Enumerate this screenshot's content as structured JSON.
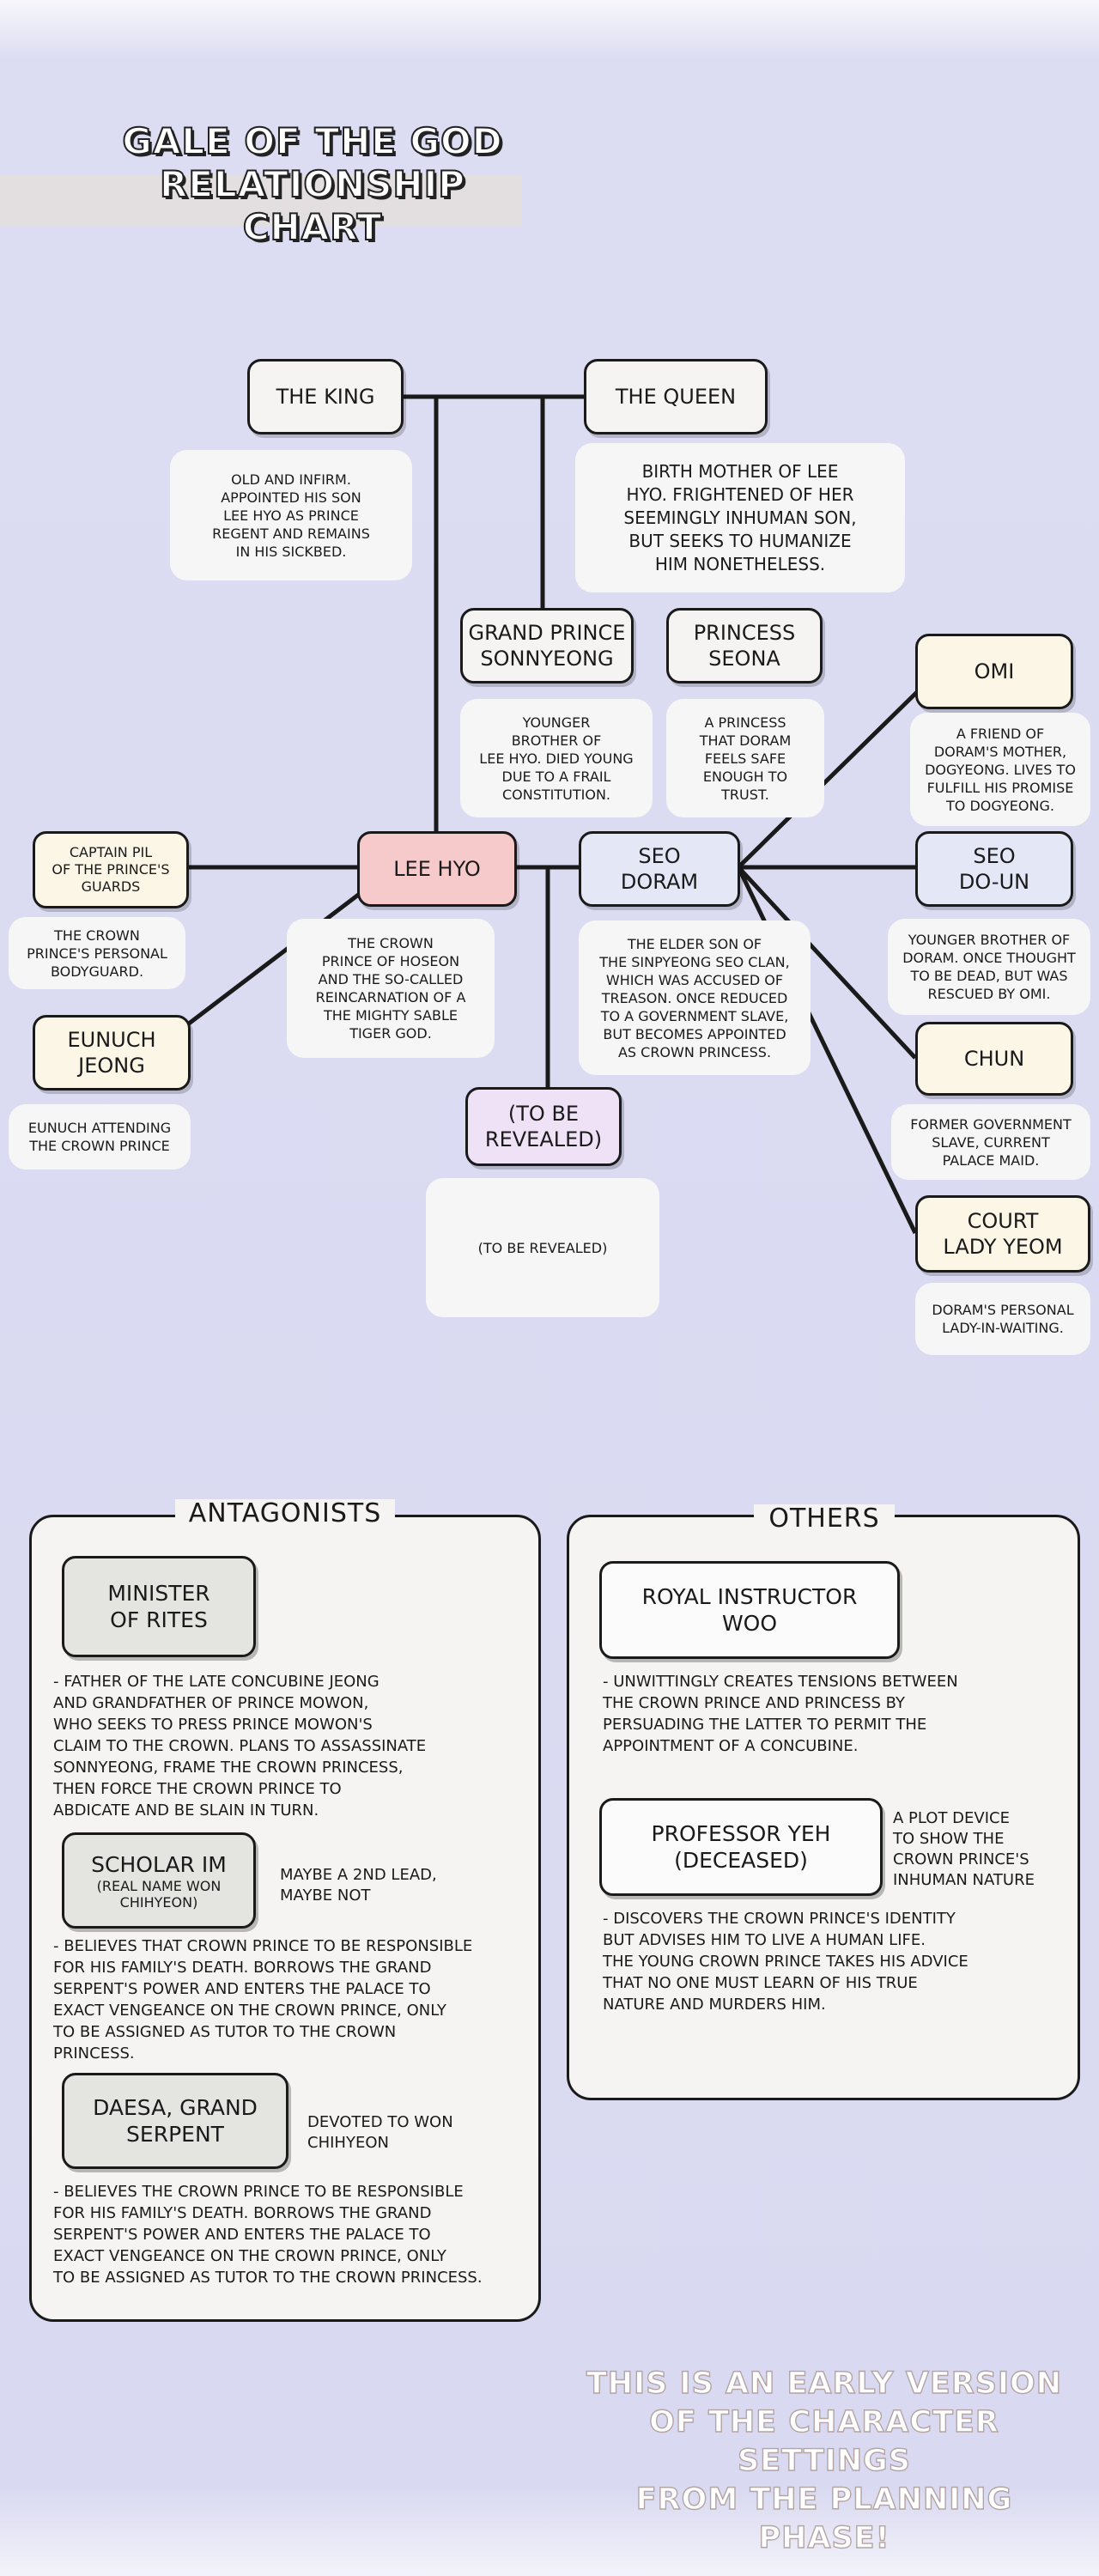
{
  "title": {
    "line1": "GALE OF THE GOD",
    "line2": "RELATIONSHIP CHART"
  },
  "nodes": {
    "king": "THE KING",
    "queen": "THE QUEEN",
    "sonnyeong": [
      "GRAND PRINCE",
      "SONNYEONG"
    ],
    "seona": [
      "PRINCESS",
      "SEONA"
    ],
    "omi": "OMI",
    "captain_pil": [
      "CAPTAIN PIL",
      "OF THE PRINCE'S",
      "GUARDS"
    ],
    "lee_hyo": "LEE HYO",
    "seo_doram": [
      "SEO",
      "DORAM"
    ],
    "seo_doun": [
      "SEO",
      "DO-UN"
    ],
    "eunuch_jeong": [
      "EUNUCH",
      "JEONG"
    ],
    "chun": "CHUN",
    "to_be_revealed": [
      "(TO BE",
      "REVEALED)"
    ],
    "court_lady_yeom": [
      "COURT",
      "LADY YEOM"
    ]
  },
  "notes": {
    "king": [
      "OLD AND INFIRM.",
      "APPOINTED HIS SON",
      "LEE HYO AS PRINCE",
      "REGENT AND REMAINS",
      "IN HIS SICKBED."
    ],
    "queen": [
      "BIRTH MOTHER OF LEE",
      "HYO. FRIGHTENED OF HER",
      "SEEMINGLY INHUMAN SON,",
      "BUT SEEKS TO HUMANIZE",
      "HIM NONETHELESS."
    ],
    "sonnyeong": [
      "YOUNGER",
      "BROTHER OF",
      "LEE HYO. DIED YOUNG",
      "DUE TO A FRAIL",
      "CONSTITUTION."
    ],
    "seona": [
      "A PRINCESS",
      "THAT DORAM",
      "FEELS SAFE",
      "ENOUGH TO",
      "TRUST."
    ],
    "omi": [
      "A FRIEND OF",
      "DORAM'S MOTHER,",
      "DOGYEONG. LIVES TO",
      "FULFILL HIS PROMISE",
      "TO DOGYEONG."
    ],
    "captain_pil": [
      "THE CROWN",
      "PRINCE'S PERSONAL",
      "BODYGUARD."
    ],
    "lee_hyo": [
      "THE CROWN",
      "PRINCE OF HOSEON",
      "AND THE SO-CALLED",
      "REINCARNATION OF A",
      "THE MIGHTY SABLE",
      "TIGER GOD."
    ],
    "seo_doram": [
      "THE ELDER SON OF",
      "THE SINPYEONG SEO CLAN,",
      "WHICH WAS ACCUSED OF",
      "TREASON. ONCE REDUCED",
      "TO A GOVERNMENT SLAVE,",
      "BUT BECOMES APPOINTED",
      "AS CROWN PRINCESS."
    ],
    "seo_doun": [
      "YOUNGER BROTHER OF",
      "DORAM. ONCE THOUGHT",
      "TO BE DEAD, BUT WAS",
      "RESCUED BY OMI."
    ],
    "eunuch_jeong": [
      "EUNUCH ATTENDING",
      "THE CROWN PRINCE"
    ],
    "chun": [
      "FORMER GOVERNMENT",
      "SLAVE, CURRENT",
      "PALACE MAID."
    ],
    "to_be_revealed": [
      "(TO BE REVEALED)"
    ],
    "court_lady_yeom": [
      "DORAM'S PERSONAL",
      "LADY-IN-WAITING."
    ]
  },
  "antagonists": {
    "title": "ANTAGONISTS",
    "minister": {
      "name": [
        "MINISTER",
        "OF RITES"
      ],
      "text": [
        "- FATHER OF THE LATE CONCUBINE JEONG",
        "AND GRANDFATHER OF PRINCE MOWON,",
        "WHO SEEKS TO PRESS PRINCE MOWON'S",
        "CLAIM TO THE CROWN. PLANS TO ASSASSINATE",
        "SONNYEONG, FRAME THE CROWN PRINCESS,",
        "THEN FORCE THE CROWN PRINCE TO",
        "ABDICATE AND BE SLAIN IN TURN."
      ]
    },
    "scholar": {
      "name": "SCHOLAR IM",
      "sub": [
        "(REAL NAME WON",
        "CHIHYEON)"
      ],
      "side": [
        "MAYBE A 2ND LEAD,",
        "MAYBE NOT"
      ],
      "text": [
        "- BELIEVES THAT CROWN PRINCE TO BE RESPONSIBLE",
        "FOR HIS FAMILY'S DEATH. BORROWS THE GRAND",
        "SERPENT'S POWER AND ENTERS THE PALACE TO",
        "EXACT VENGEANCE ON THE CROWN PRINCE, ONLY",
        "TO BE ASSIGNED AS TUTOR TO THE CROWN",
        "PRINCESS."
      ]
    },
    "daesa": {
      "name": [
        "DAESA, GRAND",
        "SERPENT"
      ],
      "side": [
        "DEVOTED TO WON",
        "CHIHYEON"
      ],
      "text": [
        "- BELIEVES THE CROWN PRINCE TO BE RESPONSIBLE",
        "FOR HIS FAMILY'S DEATH. BORROWS THE GRAND",
        "SERPENT'S POWER AND ENTERS THE PALACE TO",
        "EXACT VENGEANCE ON THE CROWN PRINCE, ONLY",
        "TO BE ASSIGNED AS TUTOR TO THE CROWN PRINCESS."
      ]
    }
  },
  "others": {
    "title": "OTHERS",
    "woo": {
      "name": [
        "ROYAL INSTRUCTOR",
        "WOO"
      ],
      "text": [
        "- UNWITTINGLY CREATES TENSIONS BETWEEN",
        "THE CROWN PRINCE AND PRINCESS BY",
        "PERSUADING THE LATTER TO PERMIT THE",
        "APPOINTMENT OF A CONCUBINE."
      ]
    },
    "yeh": {
      "name": [
        "PROFESSOR YEH",
        "(DECEASED)"
      ],
      "side": [
        "A PLOT DEVICE",
        "TO SHOW THE",
        "CROWN PRINCE'S",
        "INHUMAN NATURE"
      ],
      "text": [
        "- DISCOVERS THE CROWN PRINCE'S IDENTITY",
        "BUT ADVISES HIM TO LIVE A HUMAN LIFE.",
        "THE YOUNG CROWN PRINCE TAKES HIS ADVICE",
        "THAT NO ONE MUST LEARN OF HIS TRUE",
        "NATURE AND MURDERS HIM."
      ]
    }
  },
  "footer": [
    "THIS IS AN EARLY VERSION",
    "OF THE CHARACTER SETTINGS",
    "FROM THE PLANNING PHASE!"
  ]
}
